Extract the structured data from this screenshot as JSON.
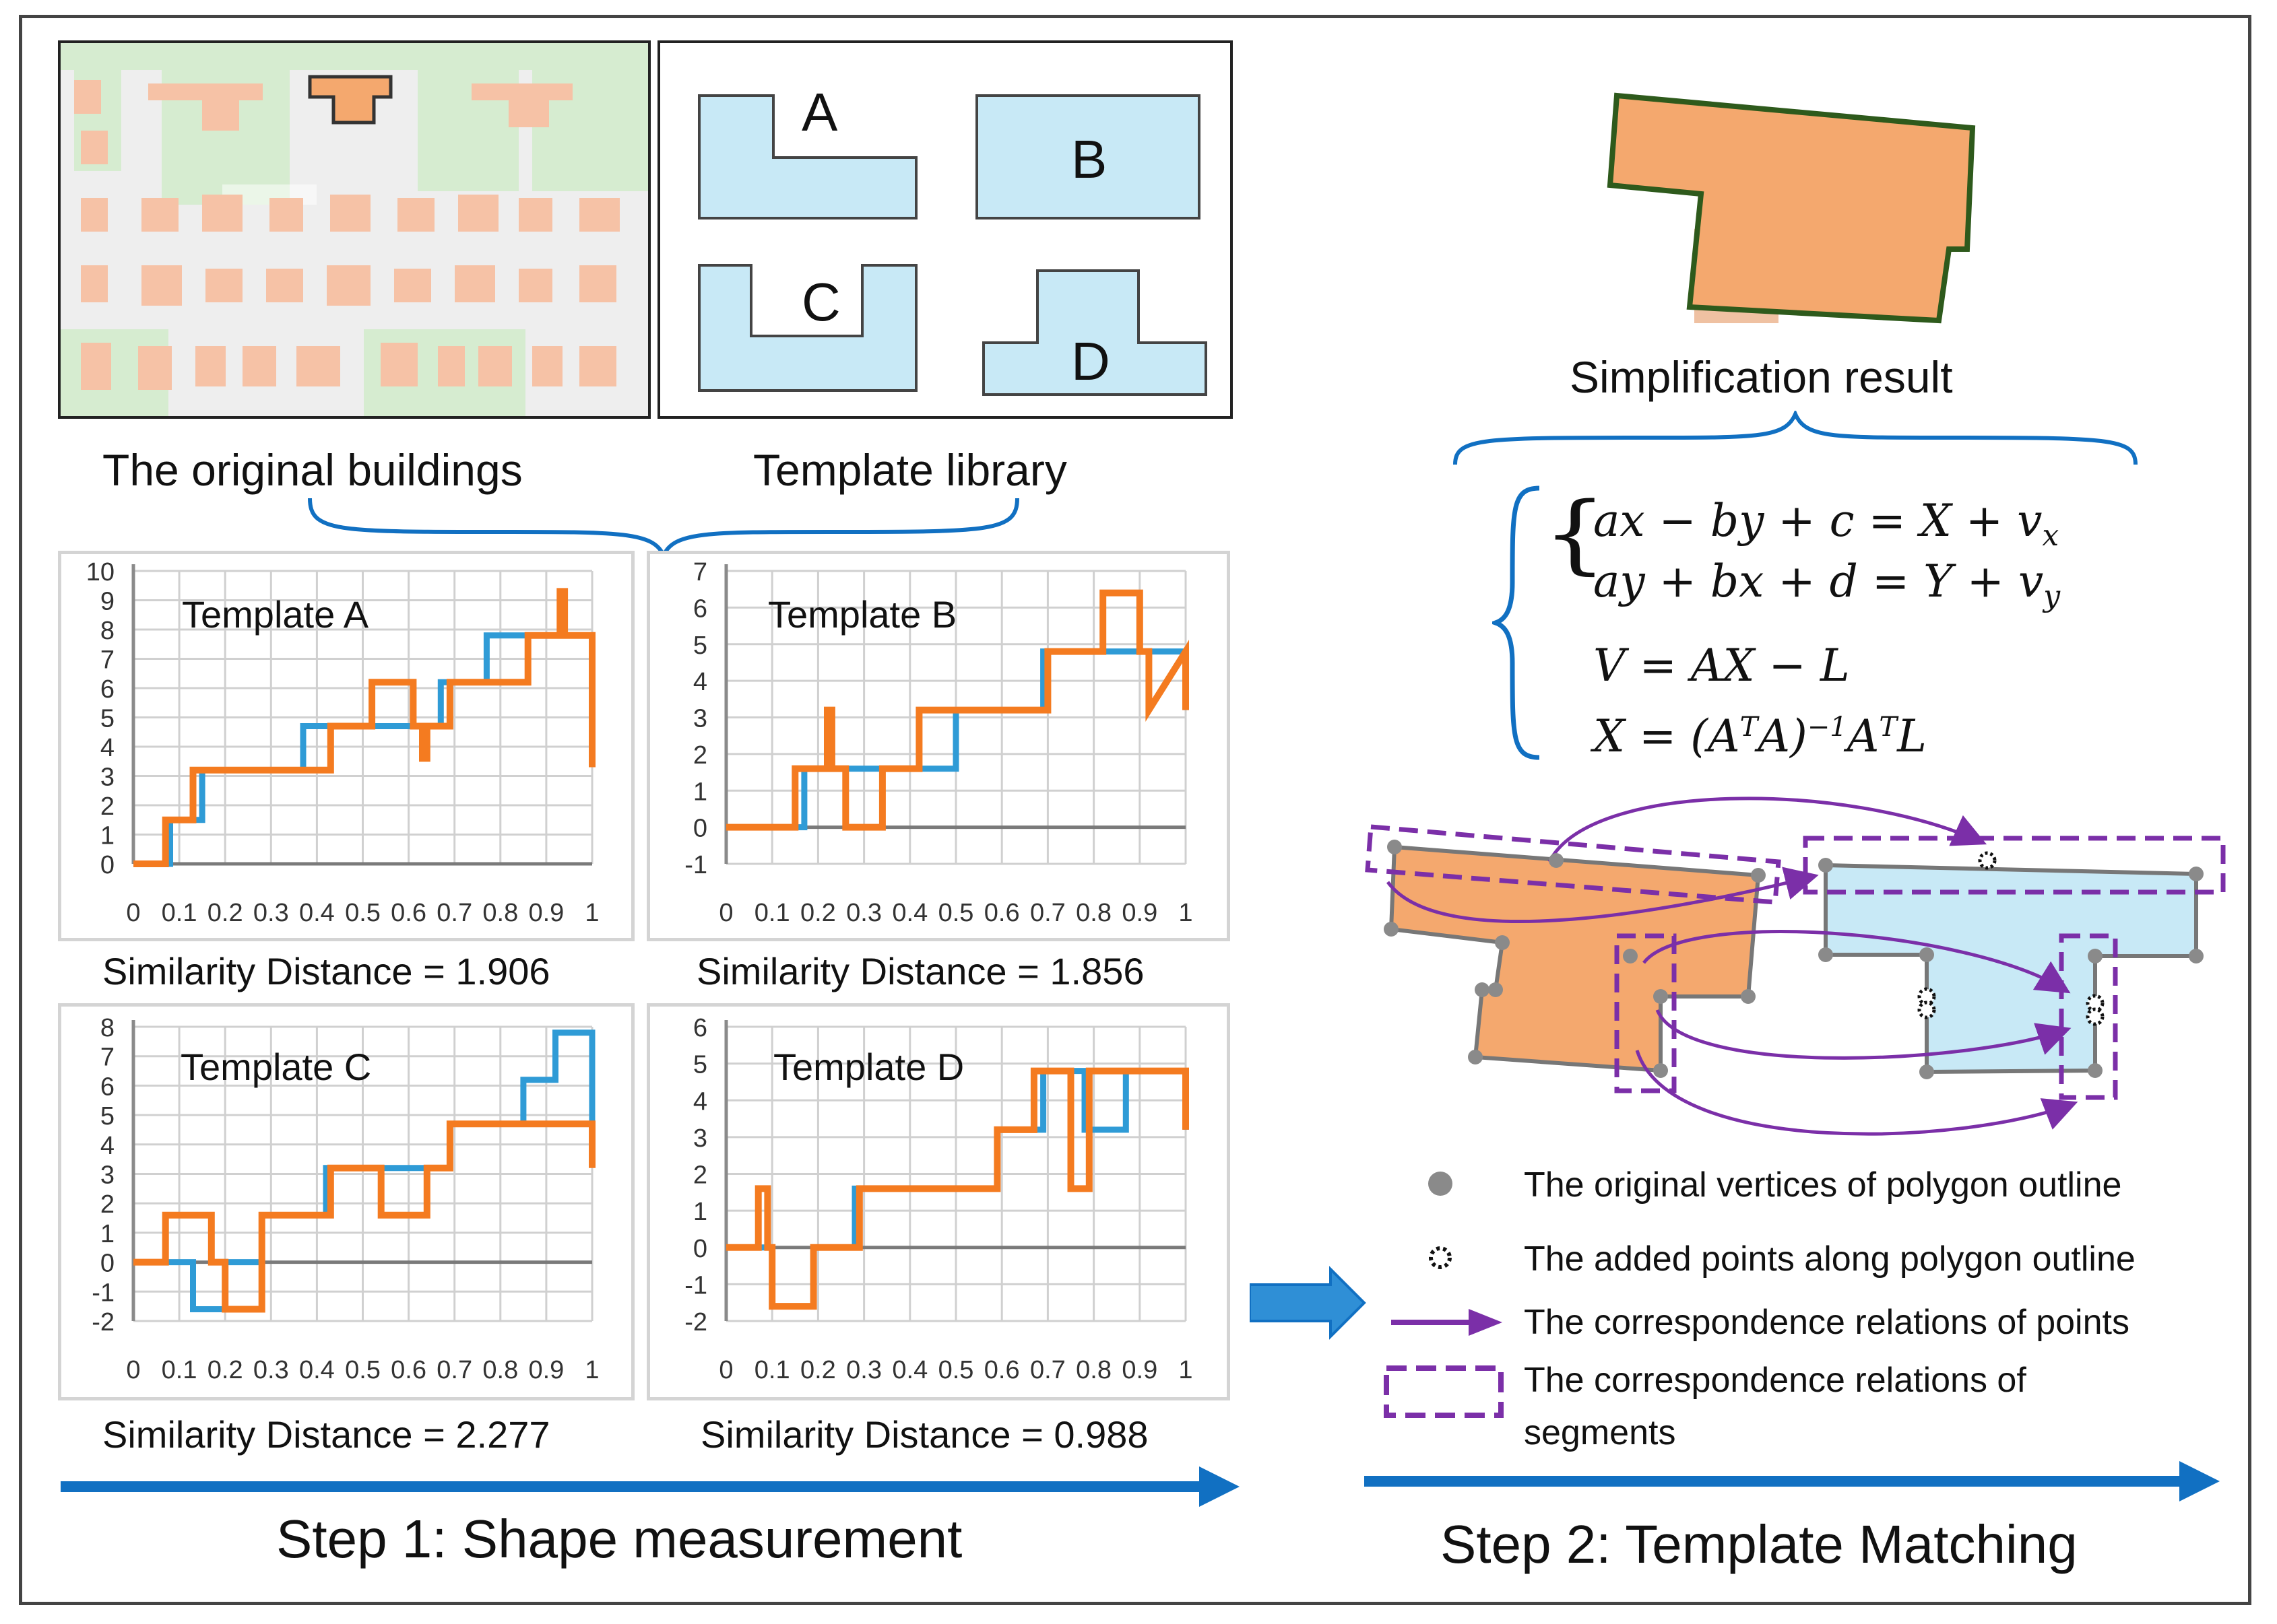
{
  "captions": {
    "original_buildings": "The original buildings",
    "template_library": "Template library",
    "simplification_result": "Simplification result"
  },
  "templates": [
    {
      "letter": "A"
    },
    {
      "letter": "B"
    },
    {
      "letter": "C"
    },
    {
      "letter": "D"
    }
  ],
  "equations": {
    "line1": "ax − by + c = X + v",
    "line1_sub": "x",
    "line2": "ay + bx + d = Y + v",
    "line2_sub": "y",
    "line3": "V = AX − L",
    "line4": "X = (A",
    "line4_sup1": "T",
    "line4_mid": "A)",
    "line4_sup2": "−1",
    "line4_end": "A",
    "line4_sup3": "T",
    "line4_tail": "L"
  },
  "legend": {
    "original_vertices": "The original vertices of polygon outline",
    "added_points": "The added points along polygon outline",
    "point_relations": "The correspondence relations of points",
    "segment_relations_1": "The correspondence relations of",
    "segment_relations_2": "segments"
  },
  "steps": {
    "step1": "Step 1: Shape measurement",
    "step2": "Step 2: Template Matching"
  },
  "colors": {
    "building": "#f4a86e",
    "building_dim": "#f6c2a6",
    "template_fill": "#c8e9f6",
    "green": "#d6ecd0",
    "blue_line": "#2f9bd6",
    "orange_line": "#f47b20",
    "purple": "#7b2fa8",
    "arrow_blue": "#1170c2"
  },
  "chart_data": [
    {
      "type": "line",
      "title": "Template A",
      "caption": "Similarity Distance = 1.906",
      "x_ticks": [
        "0",
        "0.1",
        "0.2",
        "0.3",
        "0.4",
        "0.5",
        "0.6",
        "0.7",
        "0.8",
        "0.9",
        "1"
      ],
      "y_ticks": [
        "0",
        "1",
        "2",
        "3",
        "4",
        "5",
        "6",
        "7",
        "8",
        "9",
        "10"
      ],
      "xlim": [
        0,
        1
      ],
      "ylim": [
        0,
        10
      ],
      "series": [
        {
          "color": "#2f9bd6",
          "x": [
            0,
            0.08,
            0.08,
            0.15,
            0.15,
            0.37,
            0.37,
            0.5,
            0.5,
            0.58,
            0.58,
            0.67,
            0.67,
            0.77,
            0.77,
            1,
            1
          ],
          "y": [
            0,
            0,
            1.5,
            1.5,
            3.2,
            3.2,
            4.7,
            4.7,
            4.7,
            4.7,
            4.7,
            4.7,
            6.2,
            6.2,
            7.8,
            7.8,
            6.2
          ]
        },
        {
          "color": "#f47b20",
          "x": [
            0,
            0.07,
            0.07,
            0.13,
            0.13,
            0.43,
            0.43,
            0.52,
            0.52,
            0.61,
            0.61,
            0.63,
            0.63,
            0.64,
            0.64,
            0.69,
            0.69,
            0.86,
            0.86,
            0.93,
            0.93,
            0.94,
            0.94,
            1,
            1
          ],
          "y": [
            0,
            0,
            1.5,
            1.5,
            3.2,
            3.2,
            4.7,
            4.7,
            6.2,
            6.2,
            4.7,
            4.7,
            3.6,
            3.6,
            4.7,
            4.7,
            6.2,
            6.2,
            7.8,
            7.8,
            9.3,
            9.3,
            7.8,
            7.8,
            3.3
          ]
        }
      ]
    },
    {
      "type": "line",
      "title": "Template B",
      "caption": "Similarity Distance = 1.856",
      "x_ticks": [
        "0",
        "0.1",
        "0.2",
        "0.3",
        "0.4",
        "0.5",
        "0.6",
        "0.7",
        "0.8",
        "0.9",
        "1"
      ],
      "y_ticks": [
        "-1",
        "0",
        "1",
        "2",
        "3",
        "4",
        "5",
        "6",
        "7"
      ],
      "xlim": [
        0,
        1
      ],
      "ylim": [
        -1,
        7
      ],
      "series": [
        {
          "color": "#2f9bd6",
          "x": [
            0,
            0.17,
            0.17,
            0.41,
            0.41,
            0.5,
            0.5,
            0.69,
            0.69,
            1,
            1
          ],
          "y": [
            0,
            0,
            1.6,
            1.6,
            1.6,
            1.6,
            3.2,
            3.2,
            4.8,
            4.8,
            3.2
          ]
        },
        {
          "color": "#f47b20",
          "x": [
            0,
            0.15,
            0.15,
            0.22,
            0.22,
            0.23,
            0.23,
            0.26,
            0.26,
            0.34,
            0.34,
            0.42,
            0.42,
            0.7,
            0.7,
            0.82,
            0.82,
            0.9,
            0.9,
            0.92,
            0.92,
            1,
            1
          ],
          "y": [
            0,
            0,
            1.6,
            1.6,
            3.2,
            3.2,
            1.6,
            1.6,
            0,
            0,
            1.6,
            1.6,
            3.2,
            3.2,
            4.8,
            4.8,
            6.4,
            6.4,
            4.8,
            4.8,
            3.2,
            4.8,
            3.2
          ]
        }
      ]
    },
    {
      "type": "line",
      "title": "Template C",
      "caption": "Similarity Distance = 2.277",
      "x_ticks": [
        "0",
        "0.1",
        "0.2",
        "0.3",
        "0.4",
        "0.5",
        "0.6",
        "0.7",
        "0.8",
        "0.9",
        "1"
      ],
      "y_ticks": [
        "-2",
        "-1",
        "0",
        "1",
        "2",
        "3",
        "4",
        "5",
        "6",
        "7",
        "8"
      ],
      "xlim": [
        0,
        1
      ],
      "ylim": [
        -2,
        8
      ],
      "series": [
        {
          "color": "#2f9bd6",
          "x": [
            0,
            0.13,
            0.13,
            0.2,
            0.2,
            0.28,
            0.28,
            0.42,
            0.42,
            0.69,
            0.69,
            0.85,
            0.85,
            0.92,
            0.92,
            1,
            1
          ],
          "y": [
            0,
            0,
            -1.6,
            -1.6,
            0,
            0,
            1.6,
            1.6,
            3.2,
            3.2,
            4.7,
            4.7,
            6.2,
            6.2,
            7.8,
            7.8,
            4.7
          ]
        },
        {
          "color": "#f47b20",
          "x": [
            0,
            0.07,
            0.07,
            0.17,
            0.17,
            0.2,
            0.2,
            0.28,
            0.28,
            0.43,
            0.43,
            0.54,
            0.54,
            0.64,
            0.64,
            0.69,
            0.69,
            1,
            1
          ],
          "y": [
            0,
            0,
            1.6,
            1.6,
            0,
            0,
            -1.6,
            -1.6,
            1.6,
            1.6,
            3.2,
            3.2,
            1.6,
            1.6,
            3.2,
            3.2,
            4.7,
            4.7,
            3.2
          ]
        }
      ]
    },
    {
      "type": "line",
      "title": "Template D",
      "caption": "Similarity Distance = 0.988",
      "x_ticks": [
        "0",
        "0.1",
        "0.2",
        "0.3",
        "0.4",
        "0.5",
        "0.6",
        "0.7",
        "0.8",
        "0.9",
        "1"
      ],
      "y_ticks": [
        "-2",
        "-1",
        "0",
        "1",
        "2",
        "3",
        "4",
        "5",
        "6"
      ],
      "xlim": [
        0,
        1
      ],
      "ylim": [
        -2,
        6
      ],
      "series": [
        {
          "color": "#2f9bd6",
          "x": [
            0,
            0.1,
            0.1,
            0.19,
            0.19,
            0.28,
            0.28,
            0.59,
            0.59,
            0.69,
            0.69,
            0.78,
            0.78,
            0.87,
            0.87,
            1,
            1
          ],
          "y": [
            0,
            0,
            -1.6,
            -1.6,
            0,
            0,
            1.6,
            1.6,
            3.2,
            3.2,
            4.8,
            4.8,
            3.2,
            3.2,
            4.8,
            4.8,
            3.2
          ]
        },
        {
          "color": "#f47b20",
          "x": [
            0,
            0.07,
            0.07,
            0.09,
            0.09,
            0.1,
            0.1,
            0.19,
            0.19,
            0.29,
            0.29,
            0.59,
            0.59,
            0.67,
            0.67,
            0.75,
            0.75,
            0.79,
            0.79,
            0.87,
            0.87,
            1,
            1
          ],
          "y": [
            0,
            0,
            1.6,
            1.6,
            0,
            0,
            -1.6,
            -1.6,
            0,
            0,
            1.6,
            1.6,
            3.2,
            3.2,
            4.8,
            4.8,
            1.6,
            1.6,
            4.8,
            4.8,
            4.8,
            4.8,
            3.2
          ]
        }
      ]
    }
  ]
}
